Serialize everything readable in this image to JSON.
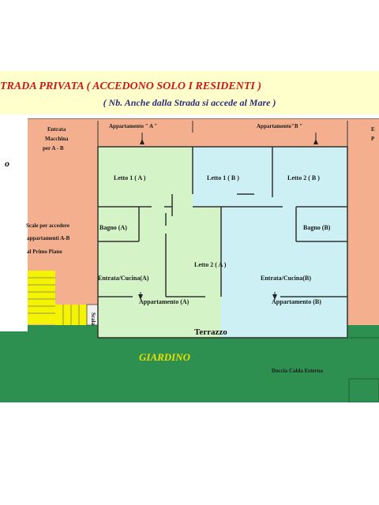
{
  "header": {
    "title": "TRADA  PRIVATA ( ACCEDONO SOLO I RESIDENTI )",
    "subtitle": "( Nb. Anche dalla Strada si accede al Mare )"
  },
  "entrance": {
    "line1": "Entrata",
    "line2": "Macchina",
    "line3": "per  A - B"
  },
  "apartment_a_label": "Appartamento \" A \"",
  "apartment_b_label": "Appartamento\"B \"",
  "right_cut": {
    "line1": "E",
    "line2": "P"
  },
  "left_cut": "o",
  "stairs_note": {
    "line1": "Scale per accedere",
    "line2": "appartamenti A-B",
    "line3": "al Primo Piano"
  },
  "stairs_side": "Scala",
  "rooms": {
    "letto1a": "Letto 1 ( A )",
    "letto1b": "Letto 1 ( B )",
    "letto2b": "Letto 2 ( B )",
    "bagnoa": "Bagno (A)",
    "bagnob": "Bagno (B)",
    "letto2a": "Letto 2 ( A )",
    "cucinaa": "Entrata/Cucina(A)",
    "cucinab": "Entrata/Cucina(B)",
    "appa": "Appartamento (A)",
    "appb": "Appartamento (B)"
  },
  "terrace": "Terrazzo",
  "garden": "GIARDINO",
  "shower": "Doccia Calda Esterna",
  "colors": {
    "header_bg": "#ffffcc",
    "title_red": "#d01818",
    "salmon": "#f4b08e",
    "green_room": "#d4f4c8",
    "blue_room": "#ccf0f4",
    "garden_green": "#2e9050",
    "stairs_yellow": "#f4f400"
  }
}
